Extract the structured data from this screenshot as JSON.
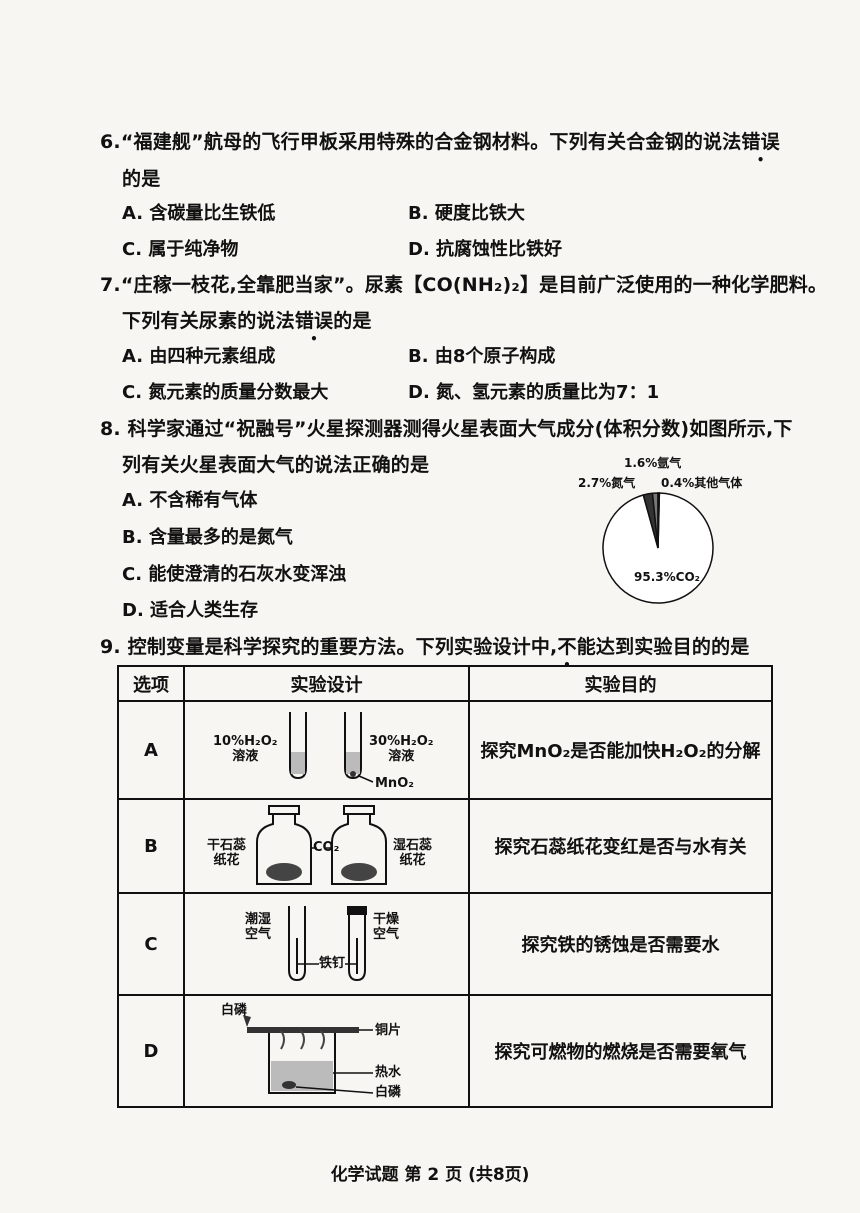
{
  "questions": [
    {
      "id": "q6",
      "stem_a": "6.“福建舰”航母的飞行甲板采用特殊的合金钢材料。下列有关合金钢的说法",
      "emph": "错误",
      "stem_b": "的是",
      "options": [
        "A. 含碳量比生铁低",
        "B. 硬度比铁大",
        "C. 属于纯净物",
        "D. 抗腐蚀性比铁好"
      ]
    },
    {
      "id": "q7",
      "stem_a": "7.“庄稼一枝花,全靠肥当家”。尿素【CO(NH₂)₂】是目前广泛使用的一种化学肥料。",
      "stem_b_pre": "下列有关尿素的说法",
      "emph": "错误",
      "stem_b_post": "的是",
      "options": [
        "A. 由四种元素组成",
        "B. 由8个原子构成",
        "C. 氮元素的质量分数最大",
        "D. 氮、氢元素的质量比为7：1"
      ]
    },
    {
      "id": "q8",
      "stem_a": "8. 科学家通过“祝融号”火星探测器测得火星表面大气成分(体积分数)如图所示,下",
      "stem_b": "列有关火星表面大气的说法正确的是",
      "options": [
        "A. 不含稀有气体",
        "B. 含量最多的是氮气",
        "C. 能使澄清的石灰水变浑浊",
        "D. 适合人类生存"
      ]
    },
    {
      "id": "q9",
      "stem_pre": "9. 控制变量是科学探究的重要方法。下列实验设计中,",
      "emph": "不",
      "stem_post": "能达到实验目的的是"
    }
  ],
  "chart_data": {
    "type": "pie",
    "values": [
      95.3,
      2.7,
      1.6,
      0.4
    ],
    "labels": [
      "95.3%CO₂",
      "2.7%氮气",
      "1.6%氩气",
      "0.4%其他气体"
    ]
  },
  "table": {
    "headers": [
      "选项",
      "实验设计",
      "实验目的"
    ],
    "rows": [
      {
        "option": "A",
        "purpose": "探究MnO₂是否能加快H₂O₂的分解",
        "labels": {
          "left": "10%H₂O₂\n溶液",
          "right": "30%H₂O₂\n溶液",
          "catalyst": "MnO₂"
        }
      },
      {
        "option": "B",
        "purpose": "探究石蕊纸花变红是否与水有关",
        "labels": {
          "left": "干石蕊\n纸花",
          "gas": "CO₂",
          "right": "湿石蕊\n纸花"
        }
      },
      {
        "option": "C",
        "purpose": "探究铁的锈蚀是否需要水",
        "labels": {
          "left": "潮湿\n空气",
          "nail": "铁钉",
          "right": "干燥\n空气"
        }
      },
      {
        "option": "D",
        "purpose": "探究可燃物的燃烧是否需要氧气",
        "labels": {
          "top": "白磷",
          "plate": "铜片",
          "water": "热水",
          "bottom": "白磷"
        }
      }
    ]
  },
  "footer": "化学试题 第 2 页 (共8页)"
}
